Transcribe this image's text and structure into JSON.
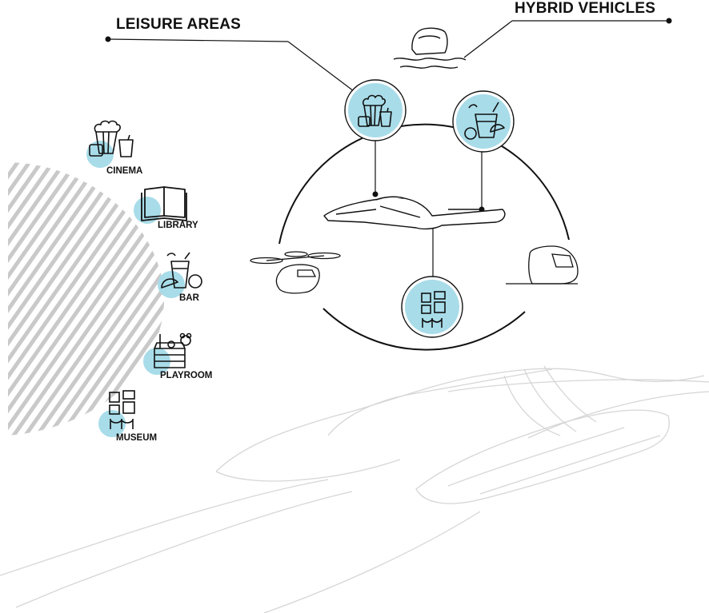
{
  "header": {
    "leisure_title": "LEISURE AREAS",
    "hybrid_title": "HYBRID VEHICLES"
  },
  "legend": {
    "items": [
      {
        "label": "CINEMA",
        "icon": "popcorn-cinema-icon"
      },
      {
        "label": "LIBRARY",
        "icon": "open-book-icon"
      },
      {
        "label": "BAR",
        "icon": "cocktail-fruit-icon"
      },
      {
        "label": "PLAYROOM",
        "icon": "toy-box-icon"
      },
      {
        "label": "MUSEUM",
        "icon": "gallery-frames-icon"
      }
    ]
  },
  "hub": {
    "nodes": [
      {
        "icon": "popcorn-cinema-icon"
      },
      {
        "icon": "cocktail-fruit-icon"
      },
      {
        "icon": "gallery-frames-icon"
      }
    ],
    "vehicles": [
      "boat-icon",
      "drone-icon",
      "pod-vehicle-icon",
      "hyperloop-vehicle-icon"
    ]
  },
  "colors": {
    "accent_fill": "#a8dce9",
    "line": "#111111",
    "hatch": "#c7c7c7",
    "background_sketch": "#dcdcdc"
  }
}
